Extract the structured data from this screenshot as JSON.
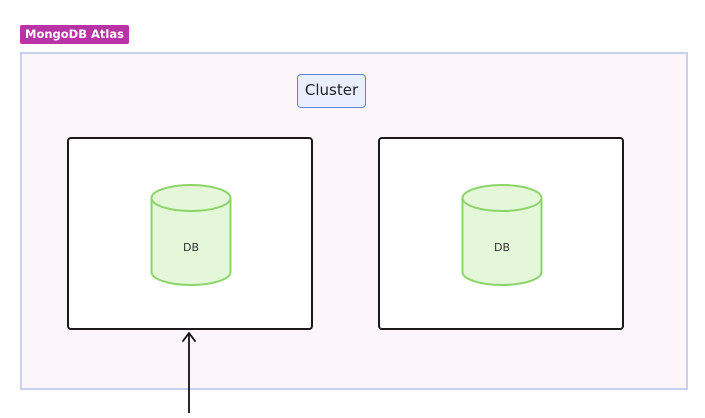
{
  "group": {
    "label": "MongoDB Atlas",
    "label_color": "#b733a6",
    "fill_color": "#fcf6fb",
    "border_color": "#c8d0ec"
  },
  "cluster": {
    "label": "Cluster",
    "fill_color": "#e9efff",
    "border_color": "#5f85d6"
  },
  "nodes": [
    {
      "db_label": "DB",
      "icon": "database-icon"
    },
    {
      "db_label": "DB",
      "icon": "database-icon"
    }
  ],
  "database_color": {
    "fill": "#e4f7d9",
    "stroke": "#8cd46a"
  },
  "arrow": {
    "direction": "up",
    "icon": "arrow-up-icon"
  }
}
